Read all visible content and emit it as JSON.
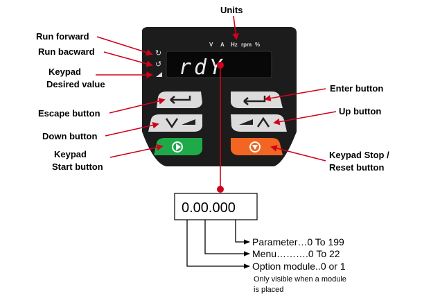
{
  "units_title": "Units",
  "units": [
    "V",
    "A",
    "Hz",
    "rpm",
    "%"
  ],
  "display_text": "rdY",
  "left_labels": {
    "run_forward": "Run forward",
    "run_backward": "Run bacward",
    "keypad_line1": "Keypad",
    "keypad_line2": "Desired value",
    "escape": "Escape button",
    "down": "Down button",
    "start_line1": "Keypad",
    "start_line2": "Start button"
  },
  "right_labels": {
    "enter": "Enter button",
    "up": "Up button",
    "stop_line1": "Keypad Stop /",
    "stop_line2": "Reset button"
  },
  "parameter_box": "0.00.000",
  "parameter_lines": [
    "Parameter…0 To  199",
    "Menu……….0 To  22",
    "Option module..0 or 1"
  ],
  "note_line1": "Only visible when a module",
  "note_line2": "is placed",
  "colors": {
    "arrow": "#d0021b",
    "panel": "#1c1c1c",
    "start": "#1faa4a",
    "stop": "#f26522",
    "key": "#dcdcdc"
  }
}
